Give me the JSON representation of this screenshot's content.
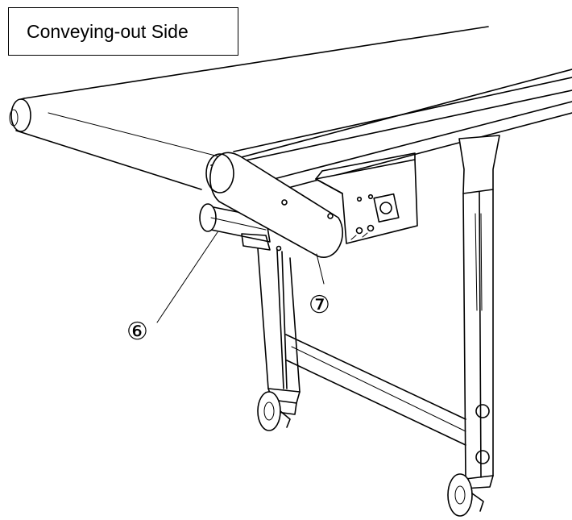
{
  "title": "Conveying-out Side",
  "callouts": {
    "six": "⑥",
    "seven": "⑦"
  }
}
